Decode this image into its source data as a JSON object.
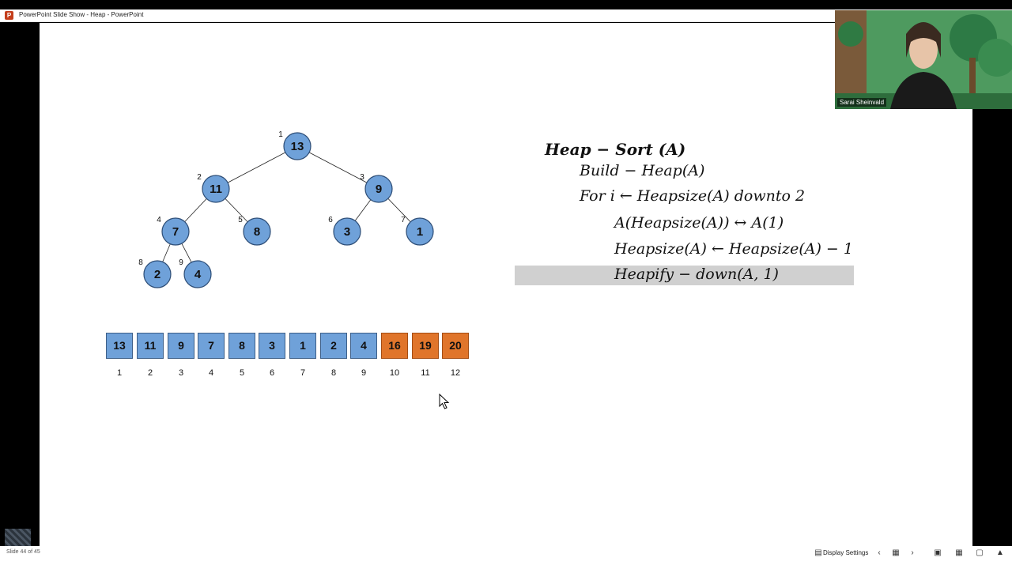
{
  "window": {
    "title": "PowerPoint Slide Show  -  Heap - PowerPoint",
    "app_icon": "powerpoint-icon"
  },
  "tree": {
    "nodes": [
      {
        "index": "1",
        "value": "13"
      },
      {
        "index": "2",
        "value": "11"
      },
      {
        "index": "3",
        "value": "9"
      },
      {
        "index": "4",
        "value": "7"
      },
      {
        "index": "5",
        "value": "8"
      },
      {
        "index": "6",
        "value": "3"
      },
      {
        "index": "7",
        "value": "1"
      },
      {
        "index": "8",
        "value": "2"
      },
      {
        "index": "9",
        "value": "4"
      }
    ],
    "node_color": "#6fa1d9"
  },
  "array": {
    "cells": [
      {
        "value": "13",
        "index": "1",
        "sorted": false
      },
      {
        "value": "11",
        "index": "2",
        "sorted": false
      },
      {
        "value": "9",
        "index": "3",
        "sorted": false
      },
      {
        "value": "7",
        "index": "4",
        "sorted": false
      },
      {
        "value": "8",
        "index": "5",
        "sorted": false
      },
      {
        "value": "3",
        "index": "6",
        "sorted": false
      },
      {
        "value": "1",
        "index": "7",
        "sorted": false
      },
      {
        "value": "2",
        "index": "8",
        "sorted": false
      },
      {
        "value": "4",
        "index": "9",
        "sorted": false
      },
      {
        "value": "16",
        "index": "10",
        "sorted": true
      },
      {
        "value": "19",
        "index": "11",
        "sorted": true
      },
      {
        "value": "20",
        "index": "12",
        "sorted": true
      }
    ],
    "unsorted_color": "#6fa1d9",
    "sorted_color": "#e0752b"
  },
  "algorithm": {
    "title": "Heap − Sort (A)",
    "lines": [
      "Build − Heap(A)",
      "For i ← Heapsize(A) downto 2",
      "A(Heapsize(A)) ↔ A(1)",
      "Heapsize(A) ← Heapsize(A) − 1",
      "Heapify − down(A, 1)"
    ],
    "highlight_color": "#d0d0d0"
  },
  "webcam": {
    "participant_name": "Sarai Sheinvald"
  },
  "statusbar": {
    "slide_counter": "Slide 44 of 45",
    "display_settings": "Display Settings",
    "icons": [
      "display-settings-icon",
      "previous-slide-icon",
      "slide-sorter-icon",
      "next-slide-icon",
      "normal-view-icon",
      "grid-view-icon",
      "reading-view-icon",
      "slideshow-icon"
    ]
  }
}
